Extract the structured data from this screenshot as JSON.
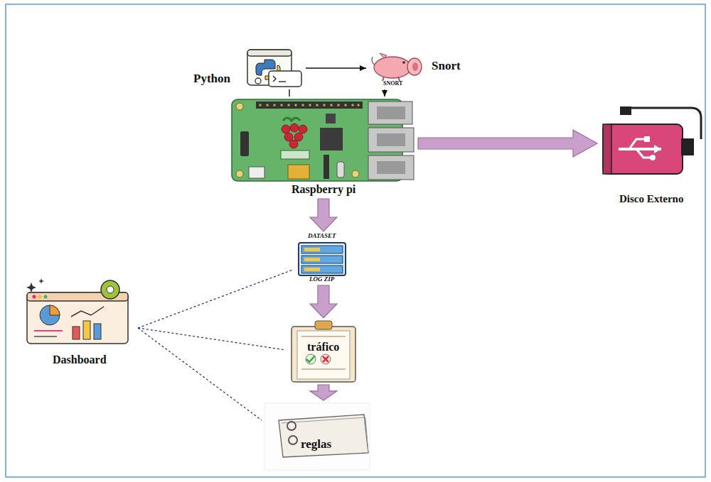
{
  "diagram": {
    "nodes": [
      {
        "text": [
          "Python"
        ]
      },
      {
        "text": [
          "Snort",
          "SNORT"
        ]
      },
      {
        "text": [
          "Raspberry pi"
        ]
      },
      {
        "text": [
          "Disco Externo"
        ]
      },
      {
        "text": [
          "DATASET",
          "LOG ZIP"
        ]
      },
      {
        "text": [
          "tráfico"
        ]
      },
      {
        "text": [
          "reglas"
        ]
      },
      {
        "text": [
          "Dashboard"
        ]
      }
    ],
    "edges": [
      {
        "from": 0,
        "to": 1,
        "arrow": "to"
      },
      {
        "from": 1,
        "to": 2,
        "arrow": "to"
      },
      {
        "from": 0,
        "to": 2,
        "arrow": "none"
      },
      {
        "from": 2,
        "to": 3,
        "arrow": "to"
      },
      {
        "from": 2,
        "to": 4,
        "arrow": "to"
      },
      {
        "from": 4,
        "to": 5,
        "arrow": "to"
      },
      {
        "from": 5,
        "to": 6,
        "arrow": "to"
      },
      {
        "from": 7,
        "to": 4,
        "arrow": "none"
      },
      {
        "from": 7,
        "to": 5,
        "arrow": "none"
      },
      {
        "from": 7,
        "to": 6,
        "arrow": "none"
      }
    ]
  }
}
